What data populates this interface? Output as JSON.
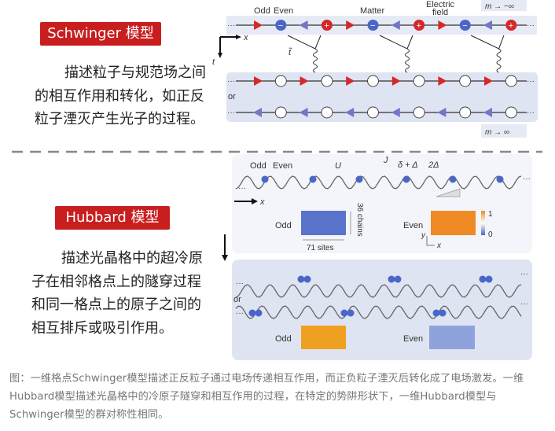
{
  "schwinger": {
    "title": "Schwinger 模型",
    "desc": [
      "描述粒子与规范场之间",
      "的相互作用和转化，如正反",
      "粒子湮灭产生光子的过程。"
    ],
    "diagram": {
      "odd": "Odd",
      "even": "Even",
      "matter": "Matter",
      "electric_field": "Electric",
      "field": "field",
      "x": "x",
      "t": "t",
      "tunnel": "t̃",
      "or": "or",
      "m_top": "m → −∞",
      "m_bottom": "m → ∞",
      "dots": "···"
    }
  },
  "hubbard": {
    "title": "Hubbard 模型",
    "desc": [
      "描述光晶格中的超冷原",
      "子在相邻格点上的隧穿过程",
      "和同一格点上的原子之间的",
      "相互排斥或吸引作用。"
    ],
    "diagram": {
      "odd": "Odd",
      "even": "Even",
      "U": "U",
      "J": "J",
      "delta": "δ + Δ",
      "two_delta": "2Δ",
      "x": "x",
      "y": "y",
      "chains": "36 chains",
      "sites": "71 sites",
      "scale_max": "1",
      "scale_min": "0",
      "or": "or",
      "odd2": "Odd",
      "even2": "Even",
      "dots": "···"
    }
  },
  "caption": "图：一维格点Schwinger模型描述正反粒子通过电场传递相互作用，而正负粒子湮灭后转化成了电场激发。一维Hubbard模型描述光晶格中的冷原子隧穿和相互作用的过程，在特定的势阱形状下，一维Hubbard模型与Schwinger模型的群对称性相同。",
  "colors": {
    "red": "#d62828",
    "blue": "#4a67c8",
    "violet": "#7474c8",
    "orange": "#f08a1c"
  }
}
